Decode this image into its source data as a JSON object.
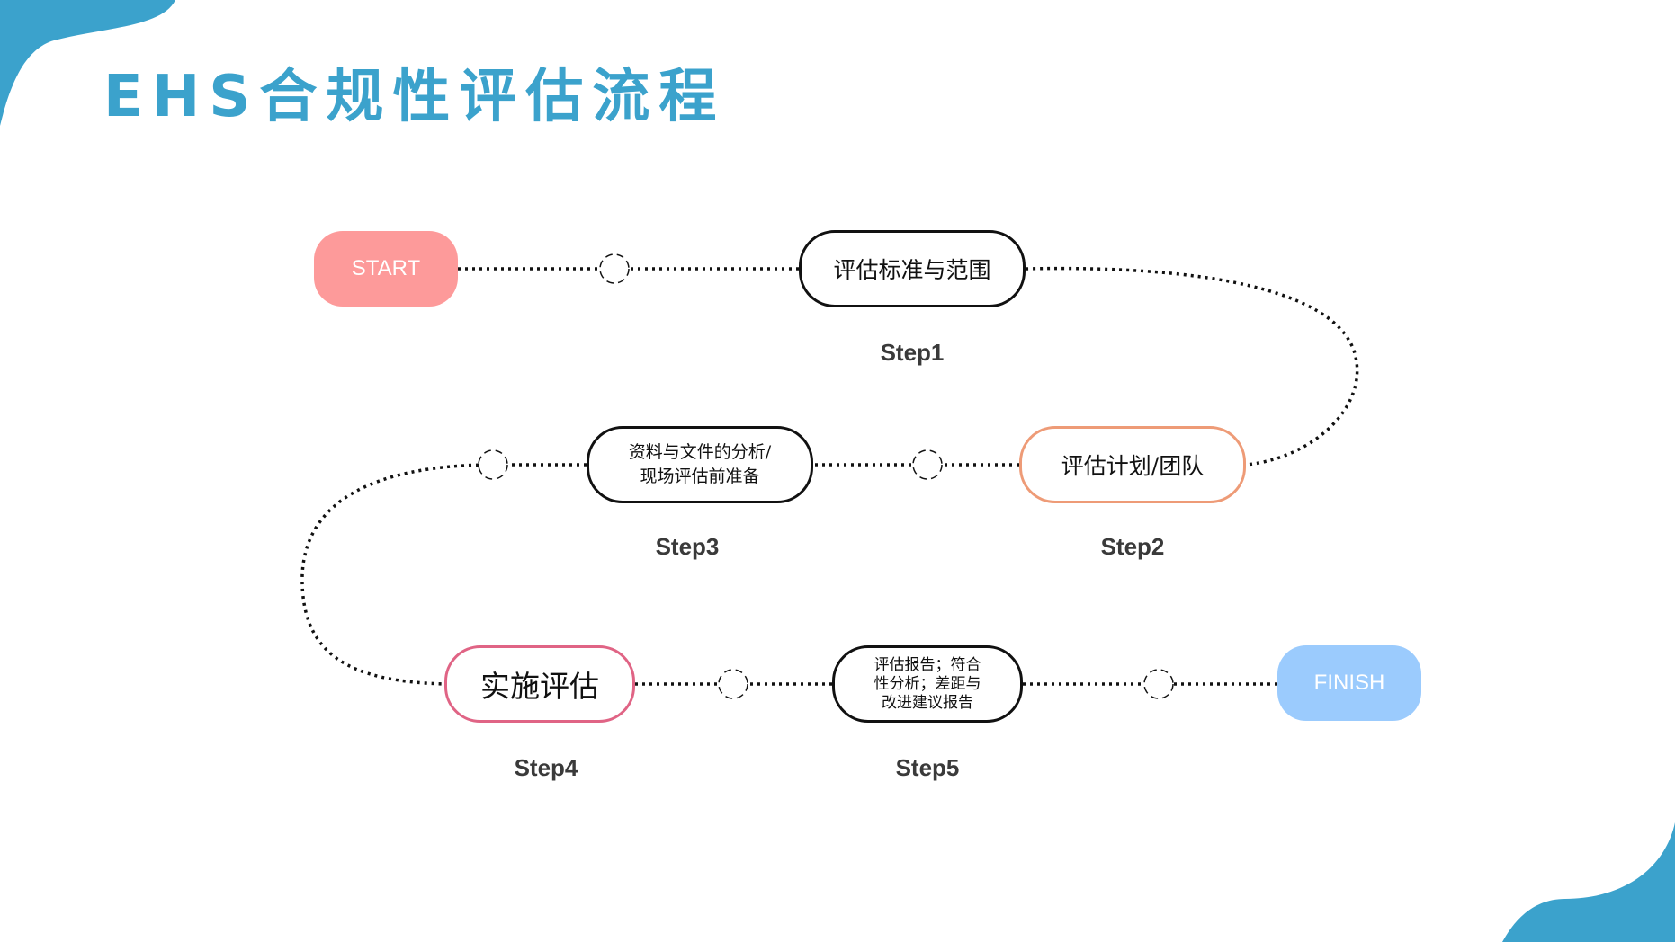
{
  "title": "EHS合规性评估流程",
  "colors": {
    "title": "#3ba2cc",
    "corner_wave": "#3ba2cc",
    "start_fill": "#fd9a9a",
    "finish_fill": "#9bcbfd",
    "step1_border": "#111111",
    "step2_border": "#ee9b77",
    "step3_border": "#111111",
    "step4_border": "#e06485",
    "step5_border": "#111111",
    "connector": "#111111"
  },
  "flow": {
    "start": "START",
    "finish": "FINISH",
    "steps": [
      {
        "label": "Step1",
        "text": "评估标准与范围"
      },
      {
        "label": "Step2",
        "text": "评估计划/团队"
      },
      {
        "label": "Step3",
        "text_line1": "资料与文件的分析/",
        "text_line2": "现场评估前准备"
      },
      {
        "label": "Step4",
        "text": "实施评估"
      },
      {
        "label": "Step5",
        "text_line1": "评估报告；符合",
        "text_line2": "性分析；差距与",
        "text_line3": "改进建议报告"
      }
    ]
  }
}
